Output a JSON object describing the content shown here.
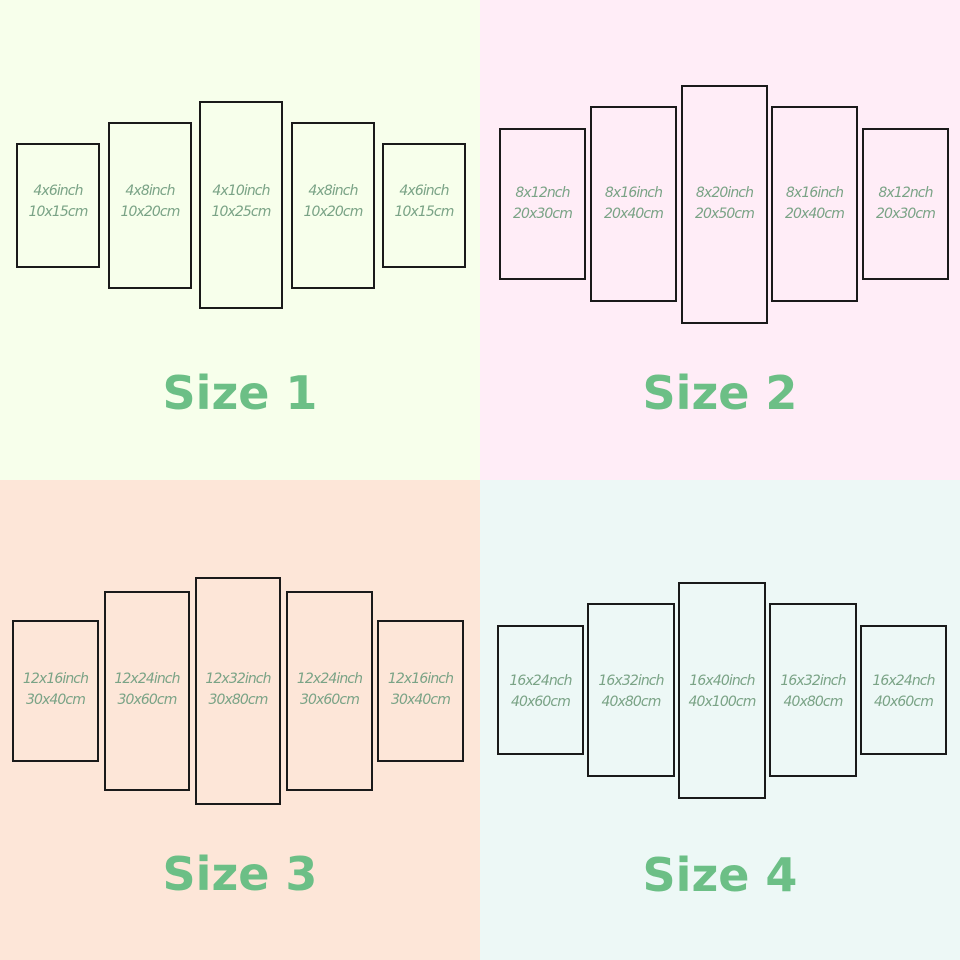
{
  "colors": {
    "label_text": "#7aa386",
    "title_text": "#6cbf86",
    "panel_border": "#1a1a1a",
    "quadrant_backgrounds": [
      "#f7ffeb",
      "#ffedf7",
      "#fde6d8",
      "#edf8f6"
    ]
  },
  "sizes": [
    {
      "title": "Size 1",
      "panels": [
        {
          "inch": "4x6inch",
          "cm": "10x15cm"
        },
        {
          "inch": "4x8inch",
          "cm": "10x20cm"
        },
        {
          "inch": "4x10inch",
          "cm": "10x25cm"
        },
        {
          "inch": "4x8inch",
          "cm": "10x20cm"
        },
        {
          "inch": "4x6inch",
          "cm": "10x15cm"
        }
      ]
    },
    {
      "title": "Size 2",
      "panels": [
        {
          "inch": "8x12nch",
          "cm": "20x30cm"
        },
        {
          "inch": "8x16inch",
          "cm": "20x40cm"
        },
        {
          "inch": "8x20inch",
          "cm": "20x50cm"
        },
        {
          "inch": "8x16inch",
          "cm": "20x40cm"
        },
        {
          "inch": "8x12nch",
          "cm": "20x30cm"
        }
      ]
    },
    {
      "title": "Size 3",
      "panels": [
        {
          "inch": "12x16inch",
          "cm": "30x40cm"
        },
        {
          "inch": "12x24inch",
          "cm": "30x60cm"
        },
        {
          "inch": "12x32inch",
          "cm": "30x80cm"
        },
        {
          "inch": "12x24inch",
          "cm": "30x60cm"
        },
        {
          "inch": "12x16inch",
          "cm": "30x40cm"
        }
      ]
    },
    {
      "title": "Size 4",
      "panels": [
        {
          "inch": "16x24nch",
          "cm": "40x60cm"
        },
        {
          "inch": "16x32inch",
          "cm": "40x80cm"
        },
        {
          "inch": "16x40inch",
          "cm": "40x100cm"
        },
        {
          "inch": "16x32inch",
          "cm": "40x80cm"
        },
        {
          "inch": "16x24nch",
          "cm": "40x60cm"
        }
      ]
    }
  ]
}
